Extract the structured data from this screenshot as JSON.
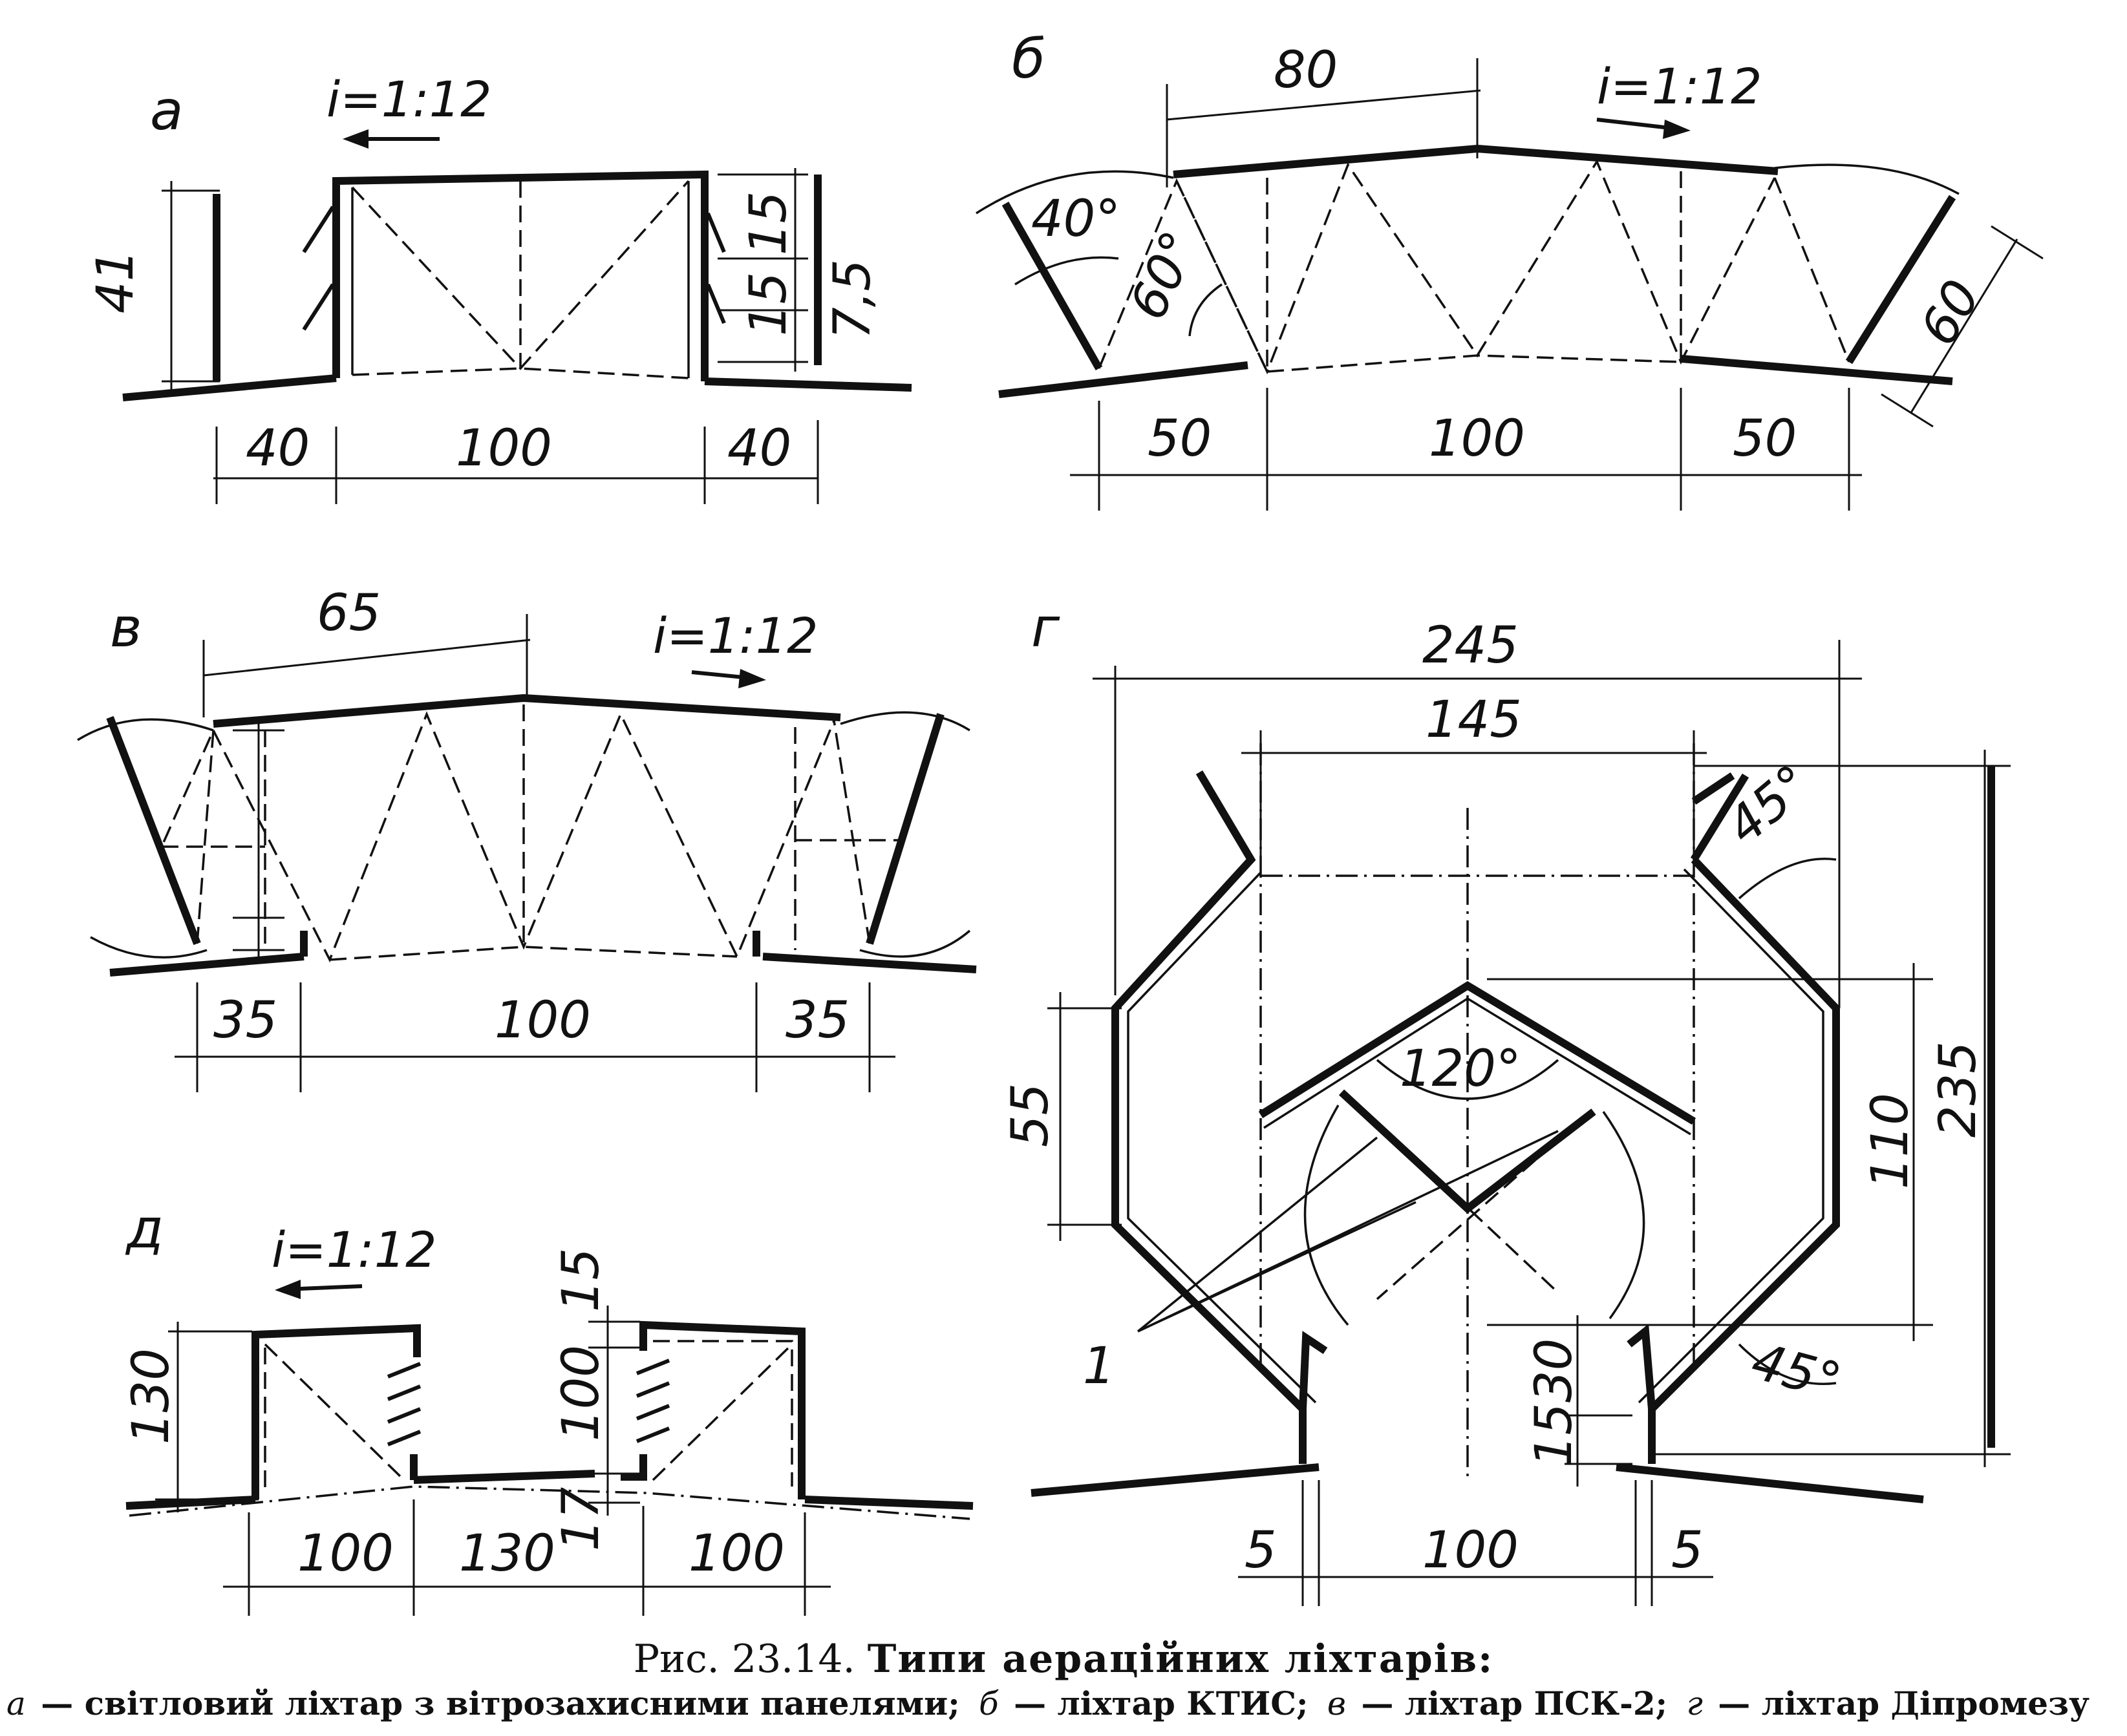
{
  "panels": {
    "a": {
      "letter": "а",
      "slope": "i=1:12",
      "dims": [
        "41",
        "40",
        "100",
        "40",
        "15",
        "15",
        "7,5"
      ]
    },
    "b": {
      "letter": "б",
      "slope": "i=1:12",
      "dims": [
        "80",
        "50",
        "100",
        "50",
        "60"
      ],
      "angles": [
        "40°",
        "60°"
      ]
    },
    "v": {
      "letter": "в",
      "slope": "i=1:12",
      "dims": [
        "65",
        "35",
        "100",
        "35"
      ]
    },
    "g": {
      "letter": "г",
      "dims": [
        "245",
        "145",
        "55",
        "110",
        "235",
        "30",
        "15",
        "5",
        "100",
        "5"
      ],
      "angles": [
        "45°",
        "120°",
        "45°"
      ],
      "callout": "1"
    },
    "d": {
      "letter": "д",
      "slope": "i=1:12",
      "dims": [
        "130",
        "15",
        "100",
        "17",
        "100",
        "130",
        "100"
      ]
    }
  },
  "caption": {
    "number": "Рис. 23.14.",
    "title": "Типи аераційних ліхтарів:"
  },
  "legend": [
    {
      "key": "а",
      "text": "— світловий ліхтар з вітрозахисними панелями;"
    },
    {
      "key": "б",
      "text": "— ліхтар КТИС;"
    },
    {
      "key": "в",
      "text": "— ліхтар ПСК-2;"
    },
    {
      "key": "г",
      "text": "— ліхтар Діпромезу"
    }
  ]
}
